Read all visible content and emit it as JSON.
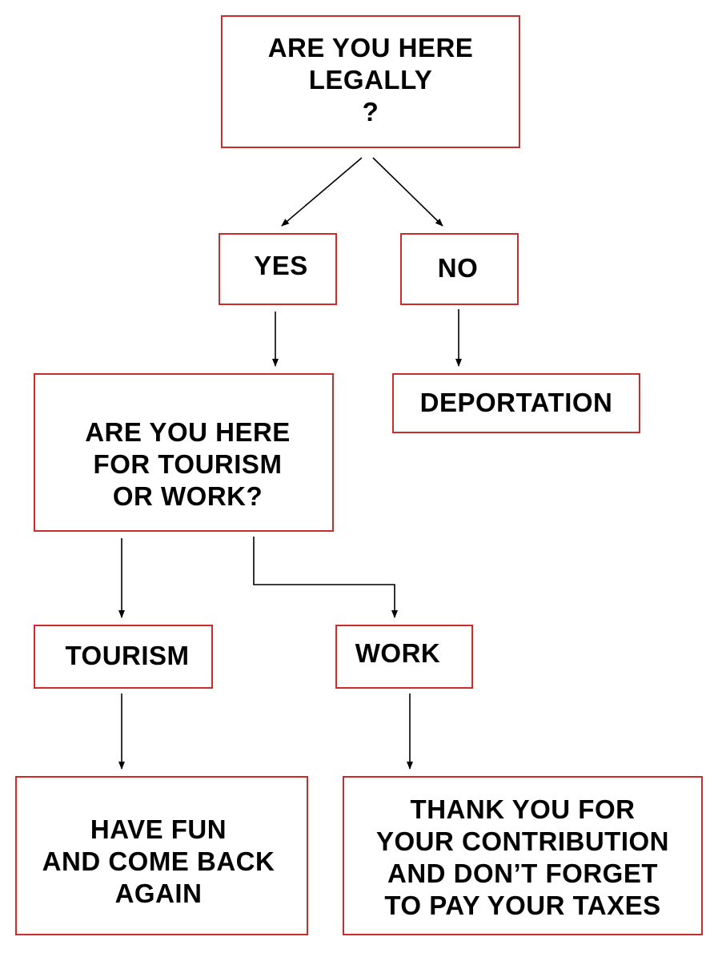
{
  "colors": {
    "box_border": "#cc2b2b",
    "text": "#000000",
    "arrow": "#000000",
    "background": "#ffffff"
  },
  "nodes": {
    "legal_question": {
      "lines": [
        "ARE YOU HERE",
        "LEGALLY",
        "?"
      ]
    },
    "yes": {
      "lines": [
        "YES"
      ]
    },
    "no": {
      "lines": [
        "NO"
      ]
    },
    "deportation": {
      "lines": [
        "DEPORTATION"
      ]
    },
    "purpose_question": {
      "lines": [
        "ARE YOU HERE",
        "FOR TOURISM",
        "OR WORK?"
      ]
    },
    "tourism": {
      "lines": [
        "TOURISM"
      ]
    },
    "work": {
      "lines": [
        "WORK"
      ]
    },
    "tourism_result": {
      "lines": [
        "HAVE FUN",
        "AND COME BACK",
        "AGAIN"
      ]
    },
    "work_result": {
      "lines": [
        "THANK YOU FOR",
        "YOUR CONTRIBUTION",
        "AND DON’T FORGET",
        "TO PAY YOUR TAXES"
      ]
    }
  },
  "edges": [
    {
      "from": "legal_question",
      "to": "yes"
    },
    {
      "from": "legal_question",
      "to": "no"
    },
    {
      "from": "yes",
      "to": "purpose_question"
    },
    {
      "from": "no",
      "to": "deportation"
    },
    {
      "from": "purpose_question",
      "to": "tourism"
    },
    {
      "from": "purpose_question",
      "to": "work"
    },
    {
      "from": "tourism",
      "to": "tourism_result"
    },
    {
      "from": "work",
      "to": "work_result"
    }
  ]
}
